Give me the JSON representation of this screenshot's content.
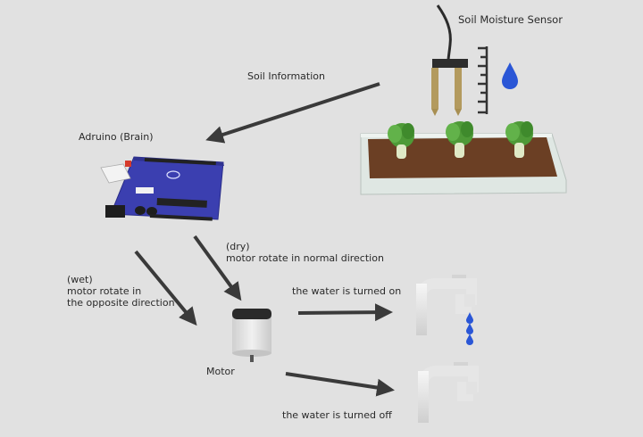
{
  "labels": {
    "sensor": "Soil Moisture Sensor",
    "soil_info": "Soil Information",
    "arduino": "Adruino (Brain)",
    "dry_line1": "(dry)",
    "dry_line2": "motor rotate in normal direction",
    "wet_line1": "(wet)",
    "wet_line2": "motor rotate in",
    "wet_line3": "the opposite direction",
    "motor": "Motor",
    "water_on": "the water is turned on",
    "water_off": "the water is turned off"
  },
  "colors": {
    "background": "#e1e1e1",
    "arrow": "#3a3a3a",
    "board": "#3b3fb0",
    "water_drop": "#2a56d6",
    "soil": "#6b3f24",
    "planter": "#dfe7e3",
    "plant": "#4e9a37"
  },
  "icons": [
    "sensor-icon",
    "water-drop-icon",
    "arduino-board-icon",
    "planter-icon",
    "motor-icon",
    "faucet-icon"
  ]
}
